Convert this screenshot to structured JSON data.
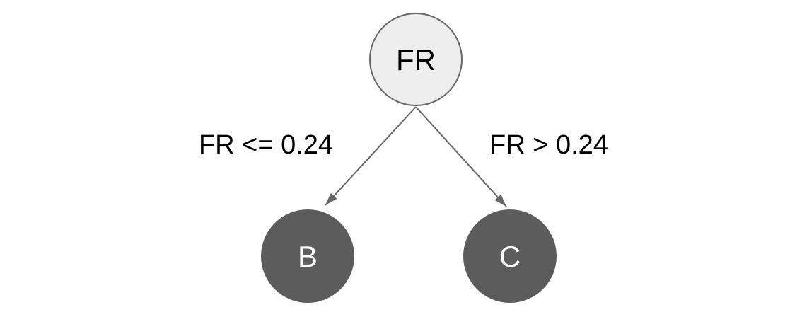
{
  "diagram": {
    "type": "decision-tree",
    "background": "#ffffff",
    "root": {
      "id": "FR",
      "label": "FR",
      "fill": "#ededed",
      "border": "#666666",
      "text_color": "#000000"
    },
    "leaves": [
      {
        "id": "B",
        "label": "B",
        "fill": "#5c5c5c",
        "text_color": "#ffffff"
      },
      {
        "id": "C",
        "label": "C",
        "fill": "#5c5c5c",
        "text_color": "#ffffff"
      }
    ],
    "edges": [
      {
        "from": "FR",
        "to": "B",
        "label": "FR <= 0.24",
        "color": "#666666"
      },
      {
        "from": "FR",
        "to": "C",
        "label": "FR > 0.24",
        "color": "#666666"
      }
    ]
  }
}
